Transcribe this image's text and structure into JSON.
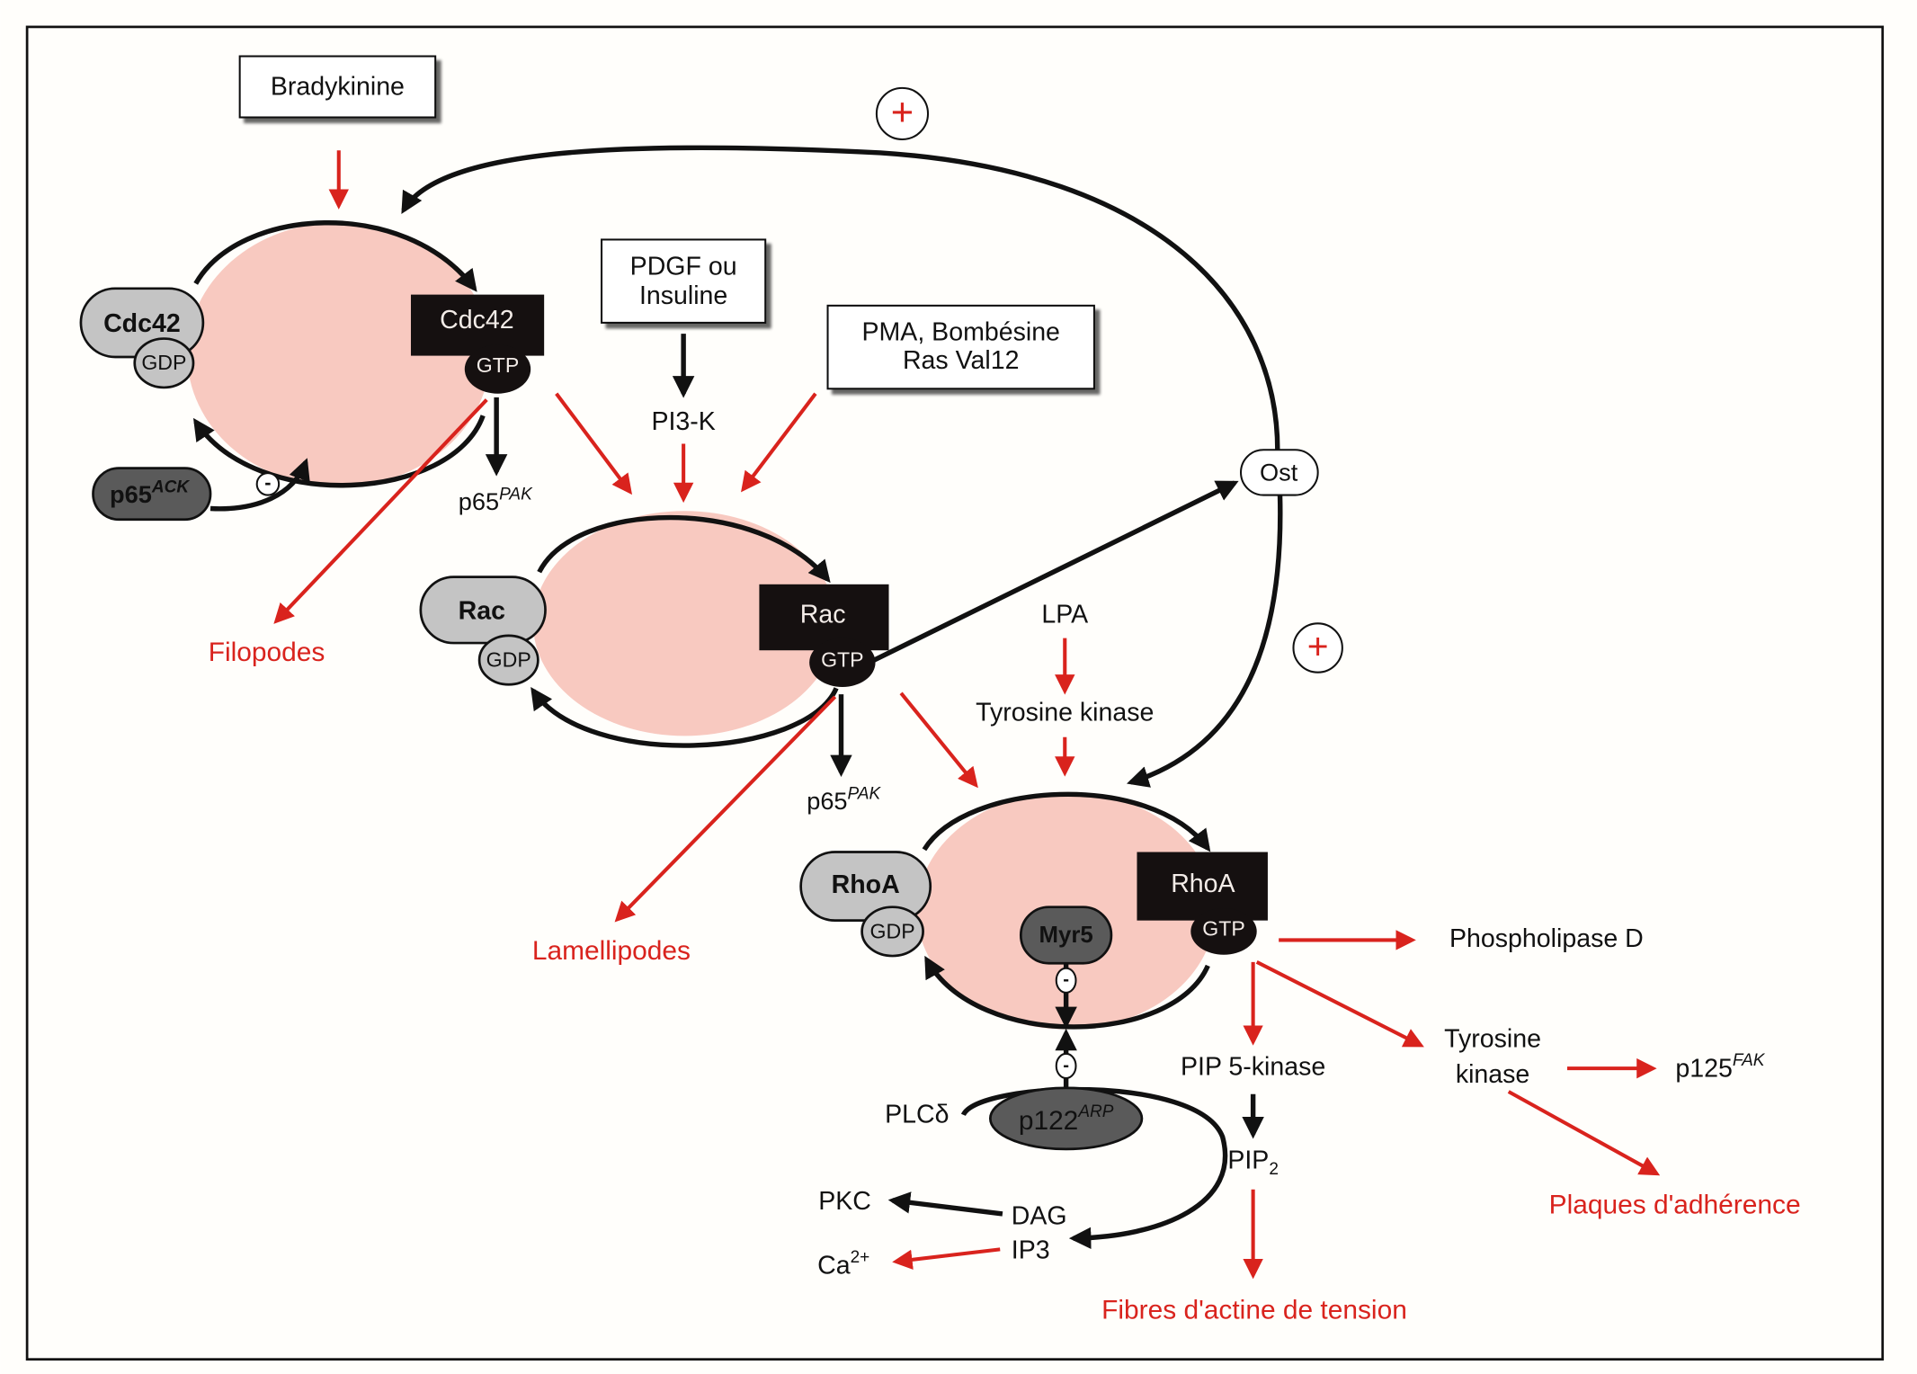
{
  "diagram": {
    "colors": {
      "background": "#fffefb",
      "cycle_fill": "#f8c9c0",
      "activation_red": "#d9231d",
      "gdp_grey": "#c4c4c4",
      "inhibitor_dark": "#5a5a5a",
      "gtp_black": "#151010"
    },
    "stimuli": {
      "bradykinine": "Bradykinine",
      "pdgf_line1": "PDGF ou",
      "pdgf_line2": "Insuline",
      "pma_line1": "PMA, Bombésine",
      "pma_line2": "Ras Val12",
      "lpa": "LPA"
    },
    "cycles": {
      "cdc42": {
        "inactive_label": "Cdc42",
        "active_label": "Cdc42",
        "gdp": "GDP",
        "gtp": "GTP"
      },
      "rac": {
        "inactive_label": "Rac",
        "active_label": "Rac",
        "gdp": "GDP",
        "gtp": "GTP"
      },
      "rhoa": {
        "inactive_label": "RhoA",
        "active_label": "RhoA",
        "gdp": "GDP",
        "gtp": "GTP"
      }
    },
    "regulators": {
      "p65ack_base": "p65",
      "p65ack_sup": "ACK",
      "myr5": "Myr5",
      "p122_base": "p122",
      "p122_sup": "ARP",
      "minus": "-",
      "plus": "+"
    },
    "intermediates": {
      "pi3k": "PI3-K",
      "ost": "Ost",
      "tyrosine_kinase_lpa": "Tyrosine kinase",
      "p65pak_base": "p65",
      "p65pak_sup": "PAK",
      "phospholipase_d": "Phospholipase D",
      "pip5k": "PIP 5-kinase",
      "tyrosine_line1": "Tyrosine",
      "tyrosine_line2": "kinase",
      "p125_base": "p125",
      "p125_sup": "FAK",
      "pip2_base": "PIP",
      "pip2_sub": "2",
      "plcd": "PLCδ",
      "pkc": "PKC",
      "dag": "DAG",
      "ip3": "IP3",
      "ca_base": "Ca",
      "ca_sup": "2+"
    },
    "outcomes": {
      "filopodes": "Filopodes",
      "lamellipodes": "Lamellipodes",
      "fibres": "Fibres d'actine de tension",
      "plaques": "Plaques d'adhérence"
    }
  }
}
